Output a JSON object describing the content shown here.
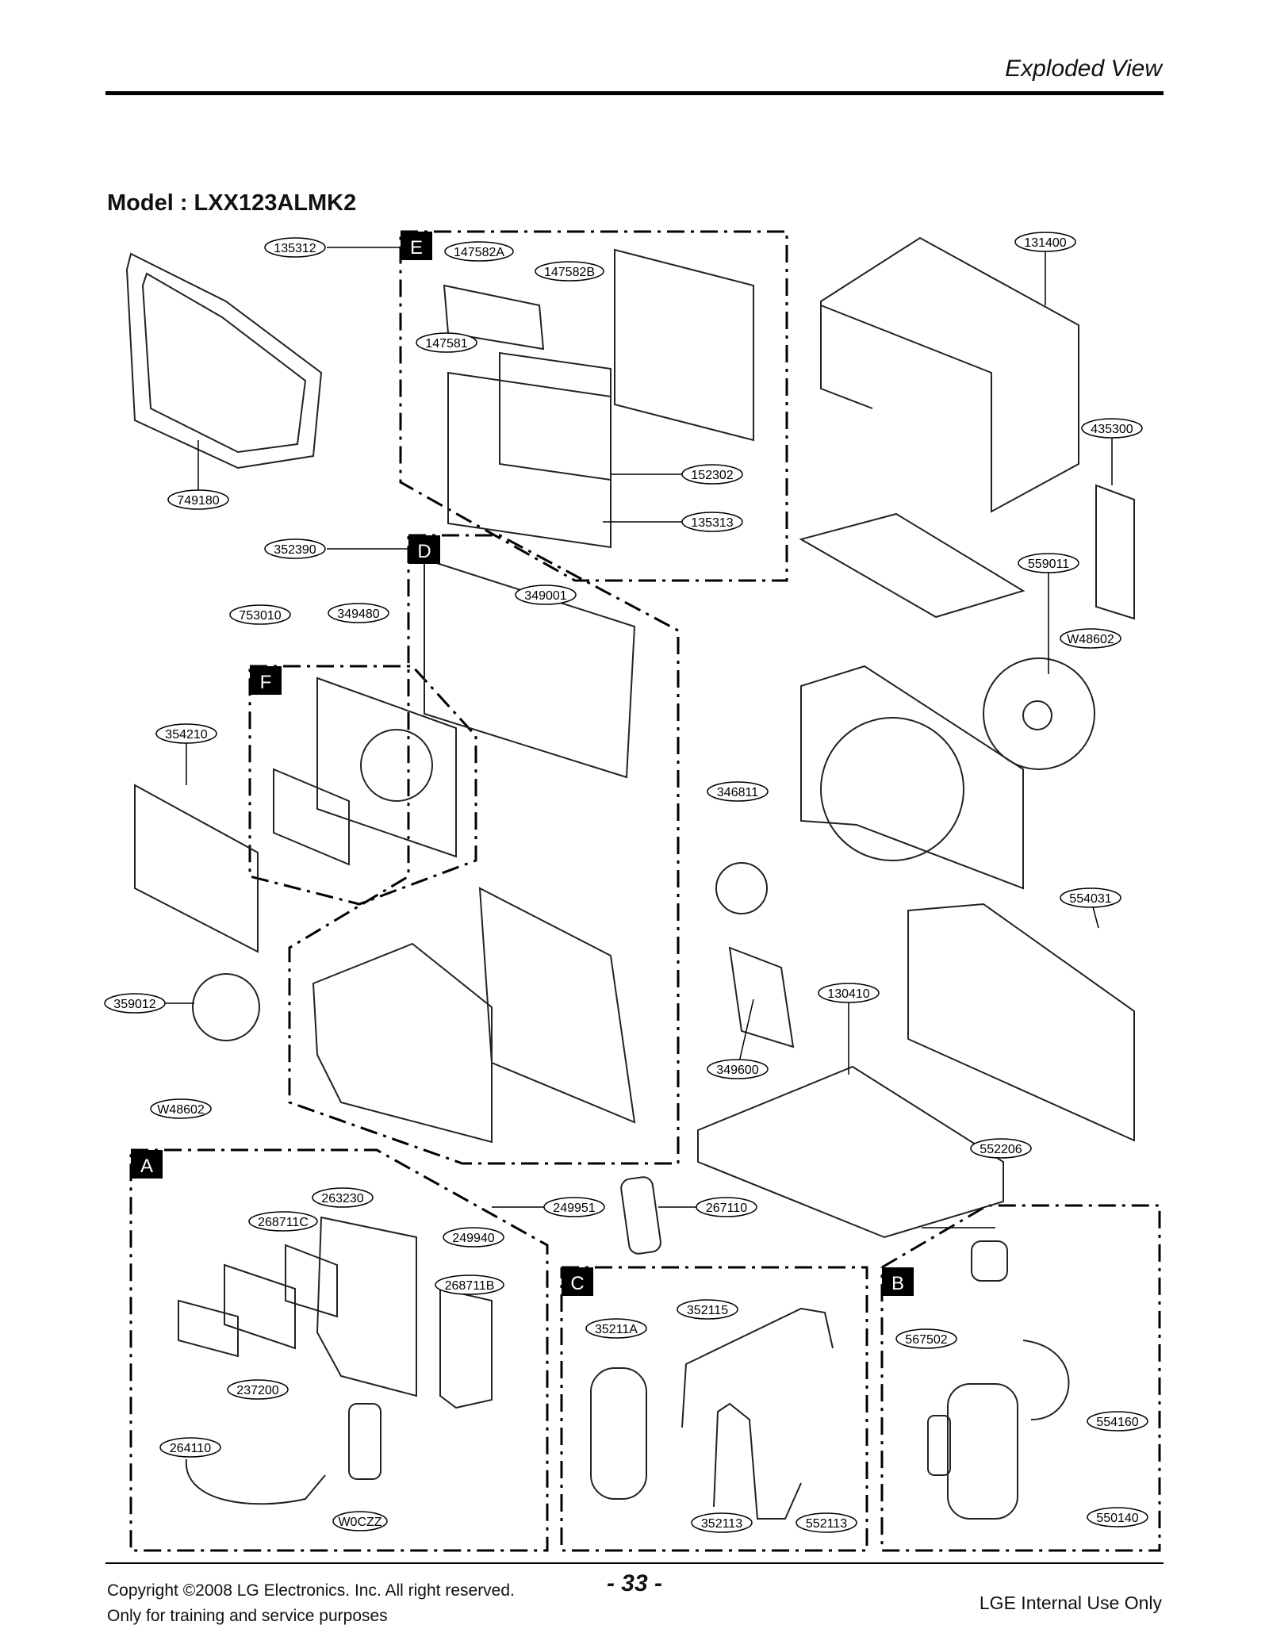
{
  "header": {
    "section_title": "Exploded View"
  },
  "model": {
    "title": "Model : LXX123ALMK2"
  },
  "sections": [
    "E",
    "D",
    "F",
    "A",
    "C",
    "B"
  ],
  "part_labels": [
    "135312",
    "147582A",
    "147582B",
    "131400",
    "147581",
    "435300",
    "152302",
    "749180",
    "135313",
    "352390",
    "559011",
    "349001",
    "753010",
    "349480",
    "W48602",
    "354210",
    "346811",
    "554031",
    "359012",
    "130410",
    "349600",
    "W48602",
    "552206",
    "263230",
    "249951",
    "267110",
    "268711C",
    "249940",
    "268711B",
    "352115",
    "35211A",
    "567502",
    "237200",
    "554160",
    "264110",
    "W0CZZ",
    "352113",
    "552113",
    "550140"
  ],
  "footer": {
    "copyright": "Copyright ©2008 LG Electronics. Inc. All right reserved.",
    "training_note": "Only for training and service purposes",
    "page_number": "- 33 -",
    "internal_note": "LGE Internal Use Only"
  }
}
